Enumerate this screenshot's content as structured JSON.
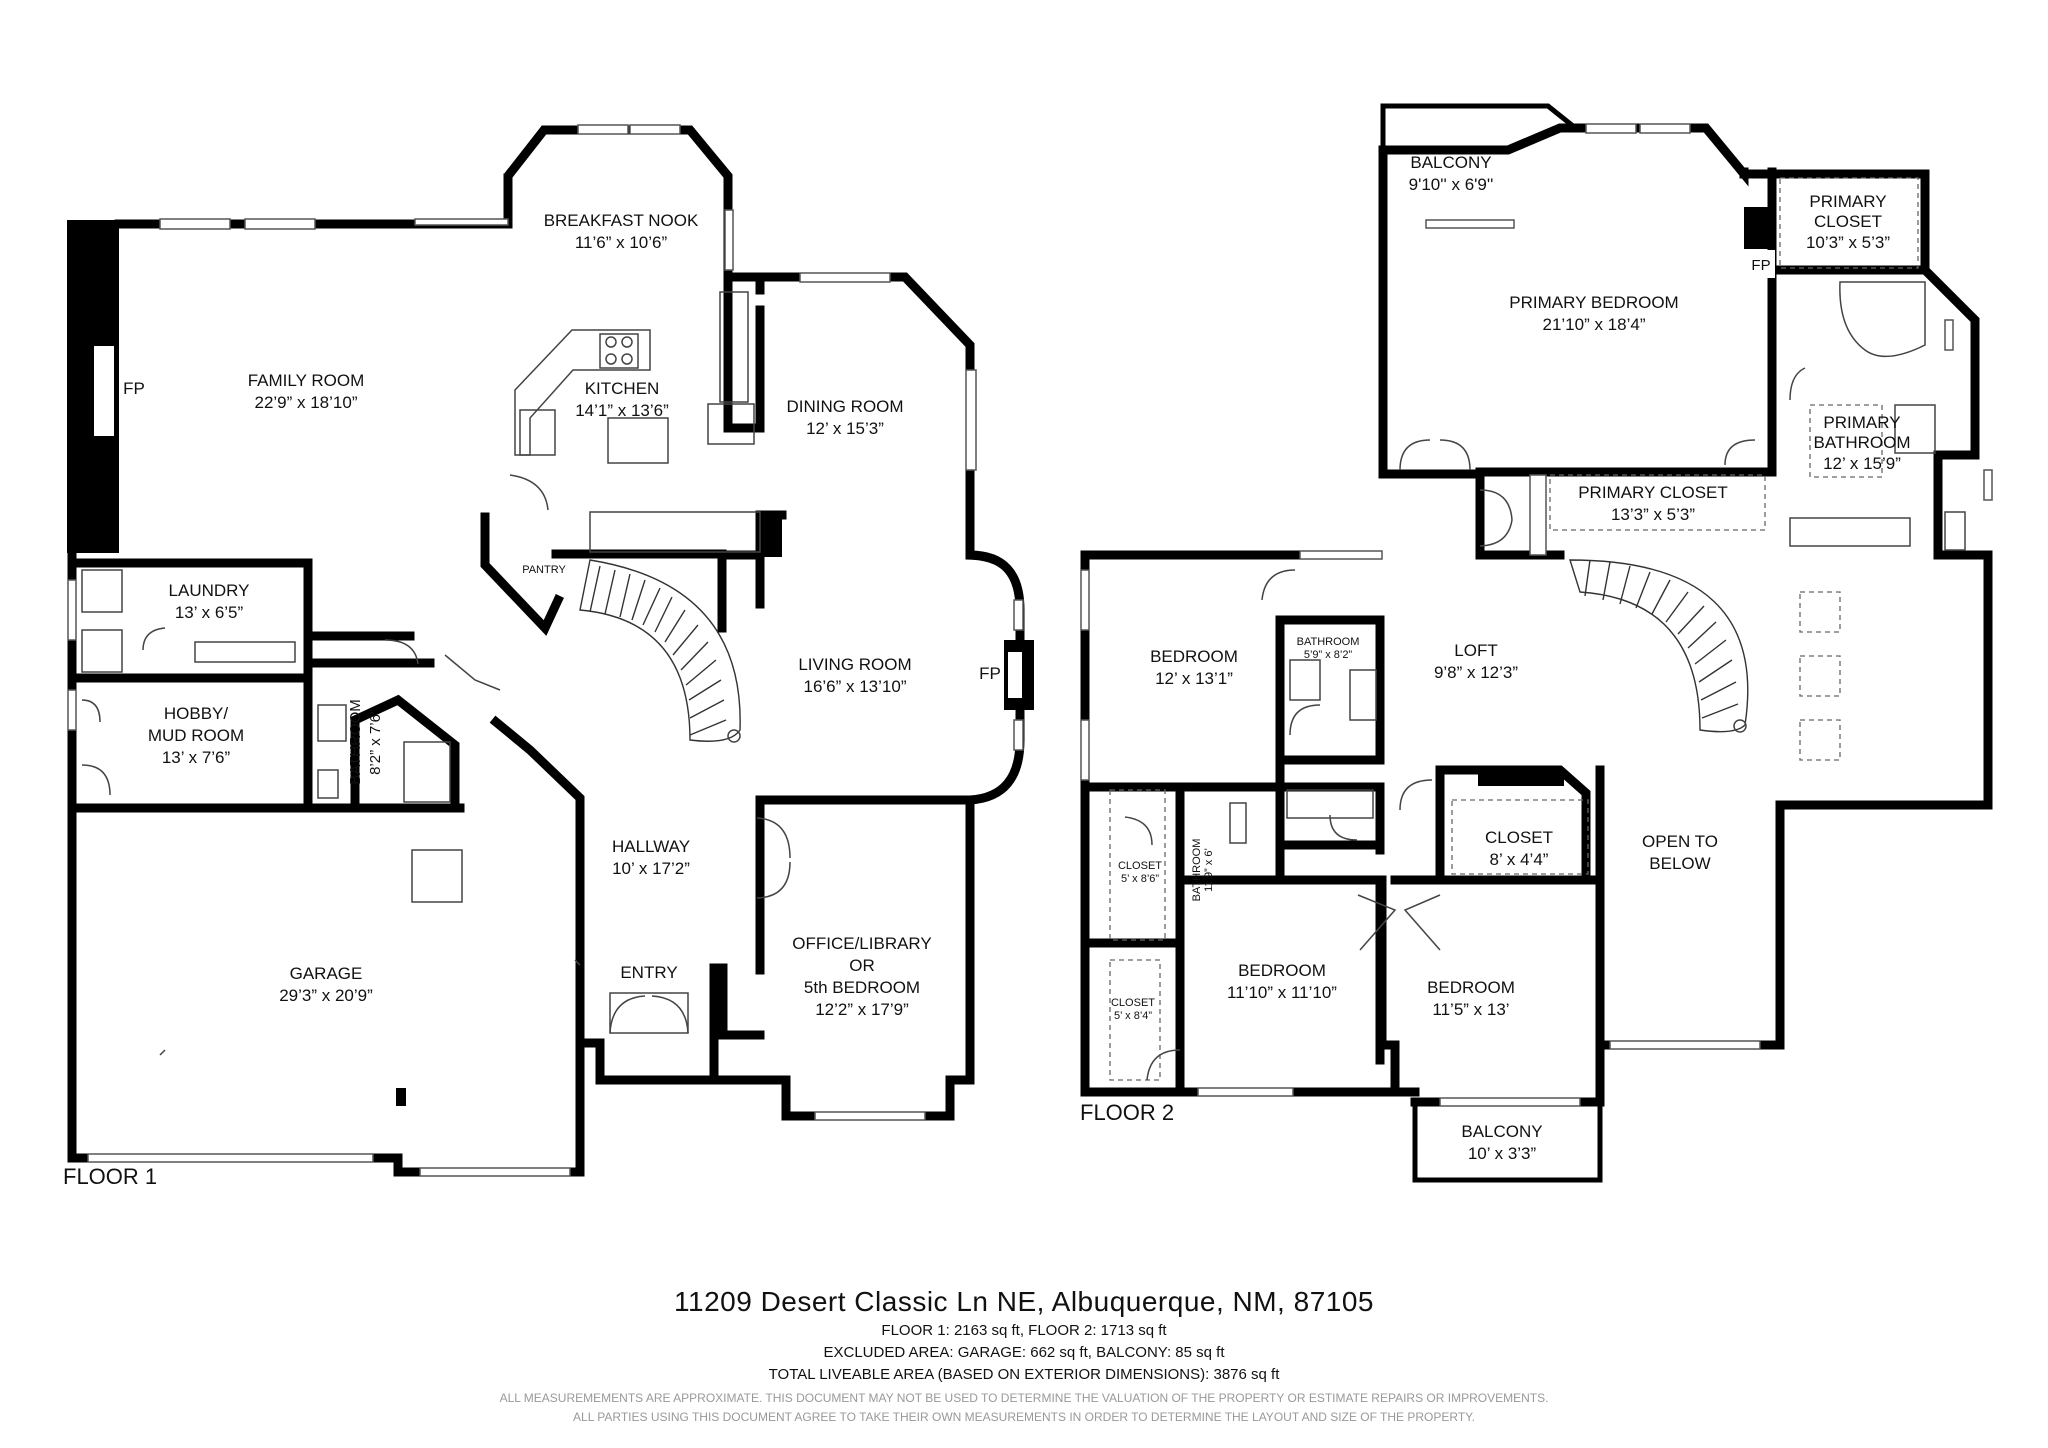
{
  "floors": [
    {
      "label": "FLOOR 1",
      "rooms": [
        {
          "id": "breakfast-nook",
          "name": "BREAKFAST NOOK",
          "dims": "11’6” x 10’6”"
        },
        {
          "id": "family-room",
          "name": "FAMILY ROOM",
          "dims": "22’9” x 18’10”"
        },
        {
          "id": "kitchen",
          "name": "KITCHEN",
          "dims": "14’1” x 13’6”"
        },
        {
          "id": "dining-room",
          "name": "DINING ROOM",
          "dims": "12’ x 15’3”"
        },
        {
          "id": "laundry",
          "name": "LAUNDRY",
          "dims": "13’ x 6’5”"
        },
        {
          "id": "pantry",
          "name": "PANTRY",
          "dims": ""
        },
        {
          "id": "living-room",
          "name": "LIVING ROOM",
          "dims": "16’6” x 13’10”"
        },
        {
          "id": "hobby-mud-room",
          "name": "HOBBY/",
          "name2": "MUD ROOM",
          "dims": "13’ x 7’6”"
        },
        {
          "id": "bathroom-1",
          "name": "BATHROOM",
          "dims": "8’2” x 7’6”"
        },
        {
          "id": "hallway",
          "name": "HALLWAY",
          "dims": "10’ x 17’2”"
        },
        {
          "id": "office",
          "name": "OFFICE/LIBRARY",
          "name2": "OR",
          "name3": "5th BEDROOM",
          "dims": "12’2” x 17’9”"
        },
        {
          "id": "garage",
          "name": "GARAGE",
          "dims": "29’3” x 20’9”"
        },
        {
          "id": "entry",
          "name": "ENTRY",
          "dims": ""
        }
      ],
      "fireplace_labels": [
        "FP",
        "FP"
      ]
    },
    {
      "label": "FLOOR 2",
      "rooms": [
        {
          "id": "balcony-top",
          "name": "BALCONY",
          "dims": "9'10'' x 6'9''"
        },
        {
          "id": "primary-closet-top",
          "name": "PRIMARY",
          "name2": "CLOSET",
          "dims": "10’3” x 5’3”"
        },
        {
          "id": "primary-bedroom",
          "name": "PRIMARY BEDROOM",
          "dims": "21’10” x 18’4”"
        },
        {
          "id": "primary-bathroom",
          "name": "PRIMARY",
          "name2": "BATHROOM",
          "dims": "12’ x 15’9”"
        },
        {
          "id": "primary-closet",
          "name": "PRIMARY CLOSET",
          "dims": "13’3” x 5’3”"
        },
        {
          "id": "bedroom-a",
          "name": "BEDROOM",
          "dims": "12’ x 13’1”"
        },
        {
          "id": "bathroom-2",
          "name": "BATHROOM",
          "dims": "5’9” x 8’2”"
        },
        {
          "id": "loft",
          "name": "LOFT",
          "dims": "9’8” x 12’3”"
        },
        {
          "id": "closet-a",
          "name": "CLOSET",
          "dims": "5’ x 8’6”"
        },
        {
          "id": "bathroom-3",
          "name": "BATHROOM",
          "dims": "11’9” x 6’"
        },
        {
          "id": "closet-b",
          "name": "CLOSET",
          "dims": "8’ x 4’4”"
        },
        {
          "id": "open-to-below",
          "name": "OPEN TO",
          "name2": "BELOW",
          "dims": ""
        },
        {
          "id": "closet-c",
          "name": "CLOSET",
          "dims": "5’ x 8’4”"
        },
        {
          "id": "bedroom-b",
          "name": "BEDROOM",
          "dims": "11’10” x 11’10”"
        },
        {
          "id": "bedroom-c",
          "name": "BEDROOM",
          "dims": "11’5” x 13’"
        },
        {
          "id": "balcony-bottom",
          "name": "BALCONY",
          "dims": "10’ x 3’3”"
        }
      ],
      "fireplace_labels": [
        "FP"
      ]
    }
  ],
  "footer": {
    "address": "11209 Desert Classic Ln NE, Albuquerque, NM, 87105",
    "floor_areas": "FLOOR 1: 2163 sq ft, FLOOR 2: 1713 sq ft",
    "excluded": "EXCLUDED AREA: GARAGE: 662 sq ft, BALCONY: 85 sq ft",
    "total": "TOTAL LIVEABLE AREA (BASED ON EXTERIOR DIMENSIONS): 3876 sq ft",
    "disclaimer1": "ALL MEASUREMEMENTS ARE APPROXIMATE. THIS DOCUMENT MAY NOT BE USED TO DETERMINE THE VALUATION OF THE PROPERTY OR ESTIMATE REPAIRS OR IMPROVEMENTS.",
    "disclaimer2": "ALL PARTIES USING THIS DOCUMENT AGREE TO TAKE THEIR OWN MEASUREMENTS IN ORDER TO DETERMINE THE LAYOUT AND SIZE OF THE PROPERTY."
  }
}
